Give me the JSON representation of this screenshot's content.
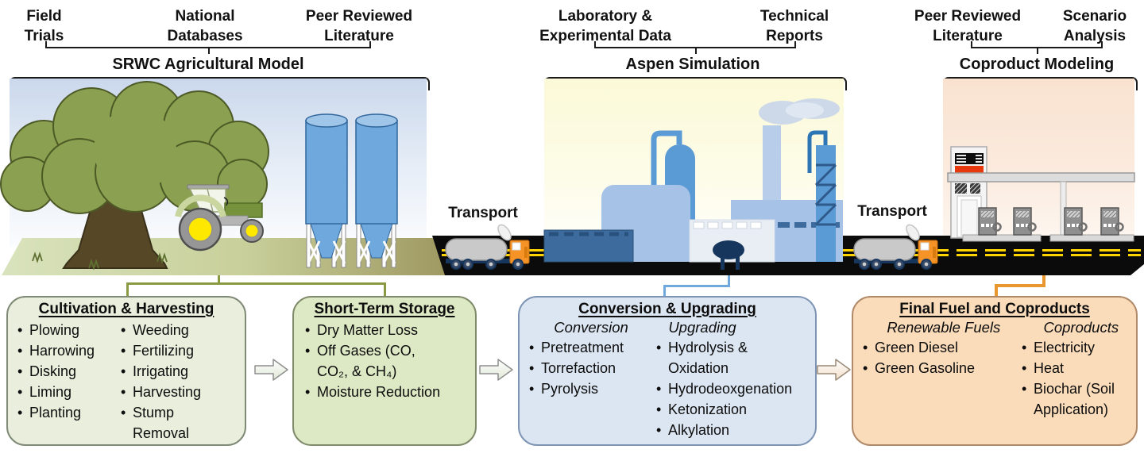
{
  "sources": {
    "items": [
      {
        "label": "Field\nTrials"
      },
      {
        "label": "National\nDatabases"
      },
      {
        "label": "Peer Reviewed\nLiterature"
      },
      {
        "label": "Laboratory &\nExperimental Data"
      },
      {
        "label": "Technical\nReports"
      },
      {
        "label": "Peer Reviewed\nLiterature"
      },
      {
        "label": "Scenario\nAnalysis"
      }
    ]
  },
  "models": [
    {
      "label": "SRWC Agricultural Model"
    },
    {
      "label": "Aspen Simulation"
    },
    {
      "label": "Coproduct Modeling"
    }
  ],
  "transport": {
    "label1": "Transport",
    "label2": "Transport"
  },
  "scene": {
    "icons": [
      "tree-icon",
      "tractor-icon",
      "silos-icon",
      "tanker-truck-icon",
      "biorefinery-icon",
      "gas-station-icon"
    ]
  },
  "palette": {
    "agriculture_connector": "#8a9a42",
    "conversion_connector": "#6fa8dc",
    "coproduct_connector": "#e8962e",
    "box1_fill": "#e9eedd",
    "box2_fill": "#dde9c4",
    "box3_fill": "#dce6f2",
    "box4_fill": "#fbdcba",
    "road": "#0b0b0b",
    "road_line": "#ffd400"
  },
  "boxes": [
    {
      "title": "Cultivation & Harvesting",
      "col1": [
        "Plowing",
        "Harrowing",
        "Disking",
        "Liming",
        "Planting"
      ],
      "col2": [
        "Weeding",
        "Fertilizing",
        "Irrigating",
        "Harvesting",
        "Stump Removal"
      ]
    },
    {
      "title": "Short-Term Storage",
      "items": [
        "Dry Matter Loss",
        "Off Gases (CO, CO₂, & CH₄)",
        "Moisture Reduction"
      ]
    },
    {
      "title": "Conversion & Upgrading",
      "subheads": [
        "Conversion",
        "Upgrading"
      ],
      "col1": [
        "Pretreatment",
        "Torrefaction",
        "Pyrolysis"
      ],
      "col2": [
        "Hydrolysis & Oxidation",
        "Hydrodeoxgenation",
        "Ketonization",
        "Alkylation"
      ]
    },
    {
      "title": "Final Fuel and Coproducts",
      "subheads": [
        "Renewable Fuels",
        "Coproducts"
      ],
      "col1": [
        "Green Diesel",
        "Green Gasoline"
      ],
      "col2": [
        "Electricity",
        "Heat",
        "Biochar (Soil Application)"
      ]
    }
  ]
}
